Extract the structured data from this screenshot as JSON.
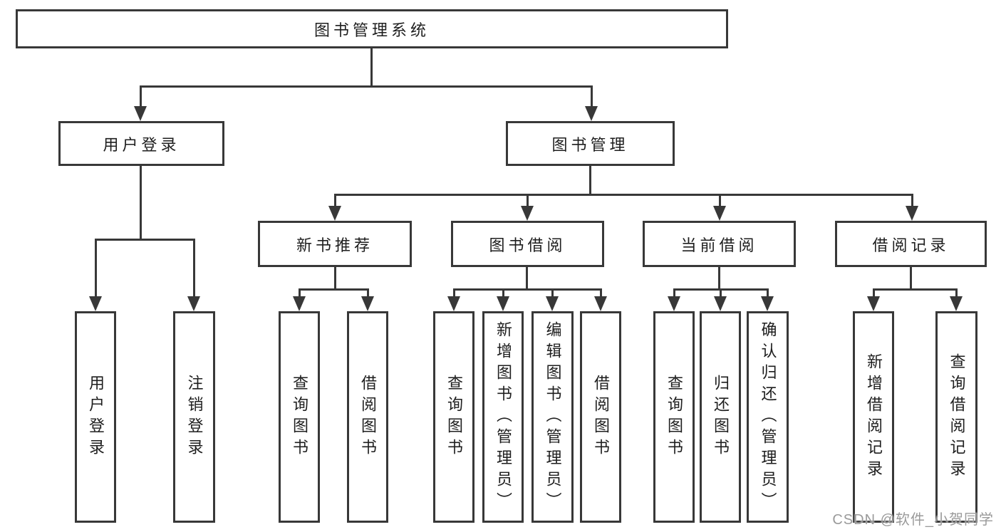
{
  "tree": {
    "root": "图书管理系统",
    "children": [
      {
        "label": "用户登录",
        "children": [
          "用户登录",
          "注销登录"
        ]
      },
      {
        "label": "图书管理",
        "children": [
          {
            "label": "新书推荐",
            "children": [
              "查询图书",
              "借阅图书"
            ]
          },
          {
            "label": "图书借阅",
            "children": [
              "查询图书",
              "新增图书（管理员）",
              "编辑图书（管理员）",
              "借阅图书"
            ]
          },
          {
            "label": "当前借阅",
            "children": [
              "查询图书",
              "归还图书",
              "确认归还（管理员）"
            ]
          },
          {
            "label": "借阅记录",
            "children": [
              "新增借阅记录",
              "查询借阅记录"
            ]
          }
        ]
      }
    ]
  },
  "watermark": {
    "text": "CSDN @软件_小贺同学"
  },
  "colors": {
    "line": "#383838",
    "text": "#1e1e1e",
    "watermark": "#9a9a9a",
    "background": "#ffffff"
  }
}
